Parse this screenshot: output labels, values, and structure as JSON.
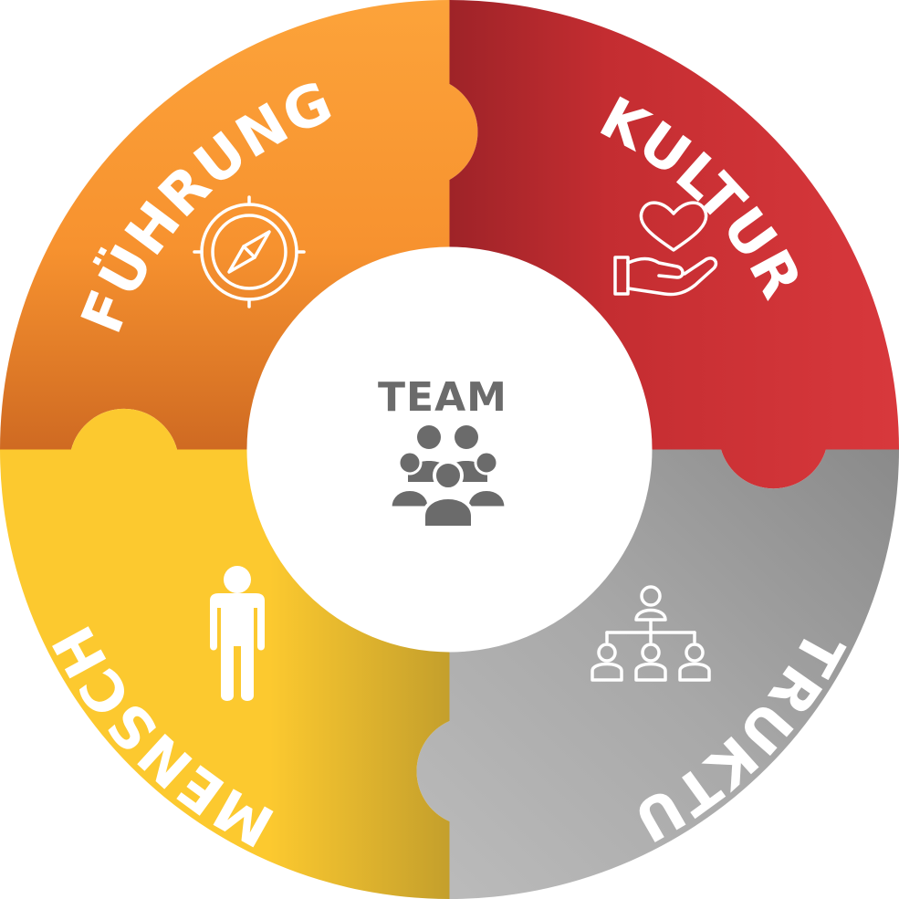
{
  "center": {
    "label": "TEAM",
    "icon": "people-group-icon",
    "color": "#6b6b6b"
  },
  "segments": [
    {
      "id": "fuehrung",
      "label": "FÜHRUNG",
      "icon": "compass-icon",
      "colors": [
        "#fca33a",
        "#f0832a",
        "#d06a20"
      ]
    },
    {
      "id": "kultur",
      "label": "KULTUR",
      "icon": "heart-in-hand-icon",
      "colors": [
        "#a12428",
        "#c52d31",
        "#d8383c"
      ]
    },
    {
      "id": "struktur",
      "label": "STRUKTUR",
      "icon": "org-chart-icon",
      "colors": [
        "#8e8e8e",
        "#a6a6a6",
        "#bdbdbd"
      ]
    },
    {
      "id": "mensch",
      "label": "MENSCH",
      "icon": "person-icon",
      "colors": [
        "#fcc92f",
        "#fcc92f",
        "#c7a12c"
      ]
    }
  ]
}
